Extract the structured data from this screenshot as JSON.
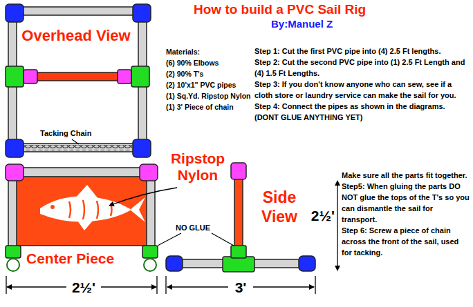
{
  "diagram": {
    "title": "How to build a PVC Sail Rig",
    "labels": [
      "By:Manuel Z",
      "Overhead View",
      "Materials:",
      "(6) 90% Elbows",
      "(2) 90% T's",
      "(2) 10'x1\" PVC pipes",
      "(1) Sq.Yd. Ripstop Nylon",
      "(1) 3' Piece of chain",
      "Step 1: Cut the first PVC pipe into (4) 2.5 Ft lengths.",
      "Step 2: Cut the second PVC pipe into (1) 2.5 Ft Length and (4) 1.5 Ft Lengths.",
      "Step 3: If you don't know anyone who can sew, see if a cloth store or laundry service can make the sail for you.",
      "Step 4: Connect the pipes as shown in the diagrams. (DONT GLUE ANYTHING YET)",
      "Make sure all the parts fit together.",
      "Step5: When gluing the parts DO NOT glue the tops of the T's so you can dismantle the sail for transport.",
      "Step 6: Screw a piece of chain across the front of the sail, used for tacking.",
      "Tacking Chain",
      "Ripstop Nylon",
      "Center Piece",
      "NO GLUE",
      "Side View",
      "2½'",
      "2½'",
      "3'"
    ]
  }
}
